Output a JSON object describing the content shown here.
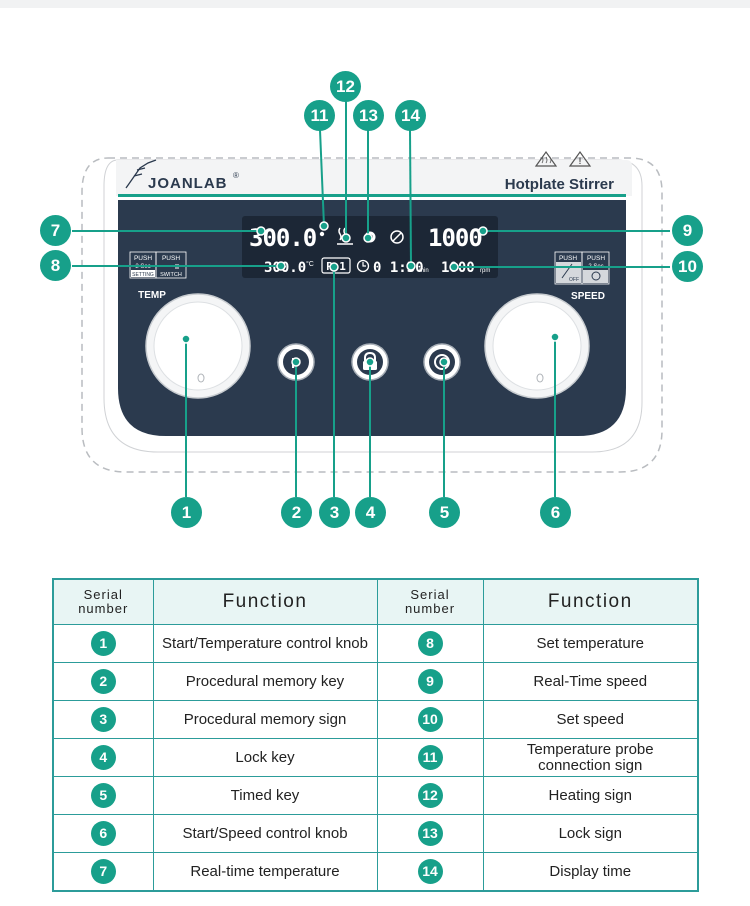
{
  "device": {
    "brand": "JOANLAB",
    "brand_mark": "®",
    "model": "Hotplate Stirrer",
    "display": {
      "realtime_temp": "300.0",
      "set_temp": "300.0",
      "set_temp_unit": "°C",
      "program": "P 1",
      "time": "0 1:30",
      "time_unit": "min",
      "realtime_speed": "1000",
      "set_speed": "1000",
      "set_speed_unit": "rpm"
    },
    "temp_label": "TEMP",
    "speed_label": "SPEED",
    "temp_panel": {
      "left_top": "PUSH",
      "left_mid": "2 Sec",
      "left_bottom": "SETTING",
      "right_top": "PUSH",
      "right_bottom": "SWITCH"
    },
    "speed_panel": {
      "left_top": "PUSH",
      "left_bottom": "OFF",
      "right_top": "PUSH",
      "right_mid": "2 Sec"
    },
    "buttons": {
      "program": "P"
    }
  },
  "callouts": {
    "n1": "1",
    "n2": "2",
    "n3": "3",
    "n4": "4",
    "n5": "5",
    "n6": "6",
    "n7": "7",
    "n8": "8",
    "n9": "9",
    "n10": "10",
    "n11": "11",
    "n12": "12",
    "n13": "13",
    "n14": "14"
  },
  "table": {
    "header_serial_1": "Serial",
    "header_serial_2": "number",
    "header_function": "Function",
    "rows": [
      {
        "left_num": "1",
        "left_fn": "Start/Temperature control knob",
        "right_num": "8",
        "right_fn": "Set temperature"
      },
      {
        "left_num": "2",
        "left_fn": "Procedural memory key",
        "right_num": "9",
        "right_fn": "Real-Time speed"
      },
      {
        "left_num": "3",
        "left_fn": "Procedural memory sign",
        "right_num": "10",
        "right_fn": "Set speed"
      },
      {
        "left_num": "4",
        "left_fn": "Lock key",
        "right_num": "11",
        "right_fn_1": "Temperature probe",
        "right_fn_2": "connection sign"
      },
      {
        "left_num": "5",
        "left_fn": "Timed key",
        "right_num": "12",
        "right_fn": "Heating sign"
      },
      {
        "left_num": "6",
        "left_fn": "Start/Speed control knob",
        "right_num": "13",
        "right_fn": "Lock sign"
      },
      {
        "left_num": "7",
        "left_fn": "Real-time temperature",
        "right_num": "14",
        "right_fn": "Display time"
      }
    ]
  },
  "colors": {
    "accent": "#17a08a",
    "panel": "#2b3a4e",
    "display": "#1c2736",
    "table_border": "#2c9c9a",
    "table_header_bg": "#e8f5f4"
  }
}
